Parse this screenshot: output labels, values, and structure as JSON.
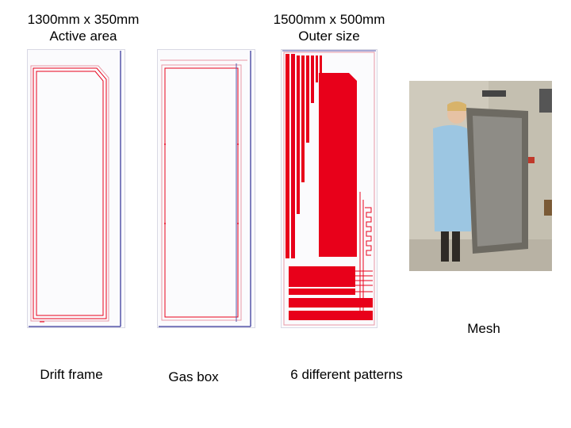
{
  "labels": {
    "active_area_line1": "1300mm x 350mm",
    "active_area_line2": "Active area",
    "outer_size_line1": "1500mm x 500mm",
    "outer_size_line2": "Outer size",
    "drift_frame": "Drift frame",
    "gas_box": "Gas box",
    "patterns": "6 different patterns",
    "mesh": "Mesh"
  },
  "colors": {
    "frame_border": "#5555aa",
    "trace": "#e8001a",
    "panel_bg": "#fbfbfd",
    "pink_outline": "#e89aa6"
  }
}
